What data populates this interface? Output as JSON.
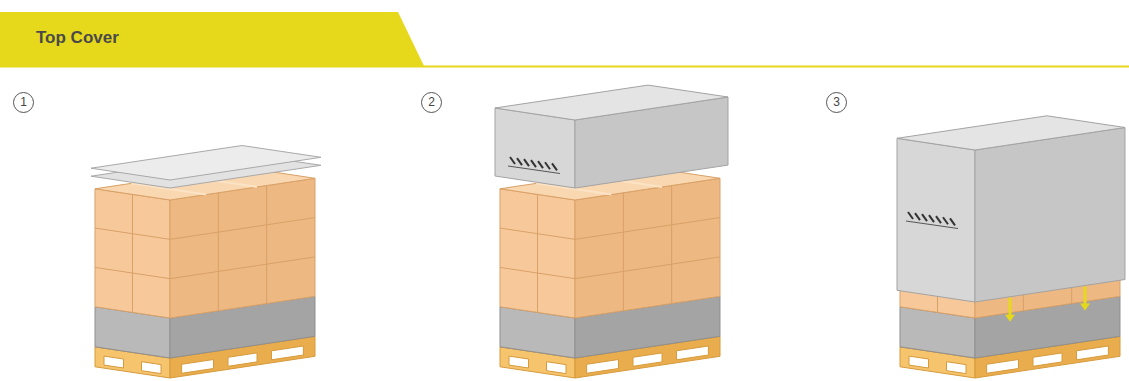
{
  "diagram": {
    "title": "Top Cover",
    "labels": [
      "1",
      "2",
      "3"
    ]
  }
}
